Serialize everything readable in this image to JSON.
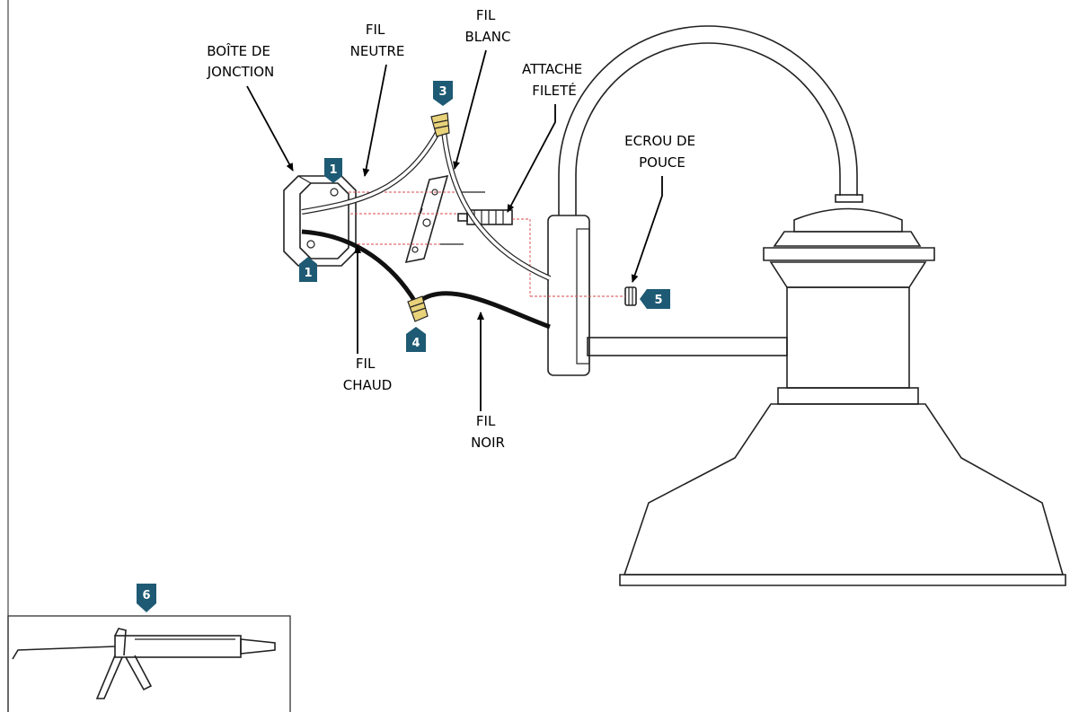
{
  "labels": {
    "junction_box": [
      "BOÎTE DE",
      "JONCTION"
    ],
    "neutral_wire": [
      "FIL",
      "NEUTRE"
    ],
    "white_wire": [
      "FIL",
      "BLANC"
    ],
    "threaded_fastener": [
      "ATTACHE",
      "FILETÉ"
    ],
    "thumb_nut": [
      "ECROU DE",
      "POUCE"
    ],
    "hot_wire": [
      "FIL",
      "CHAUD"
    ],
    "black_wire": [
      "FIL",
      "NOIR"
    ]
  },
  "tags": {
    "step1_upper": "1",
    "step1_lower": "1",
    "step3": "3",
    "step4": "4",
    "step5": "5",
    "step6": "6"
  },
  "colors": {
    "tag_fill": "#1e5a73",
    "wire_nut": "#e8d27a",
    "guide_line": "#d94848"
  }
}
